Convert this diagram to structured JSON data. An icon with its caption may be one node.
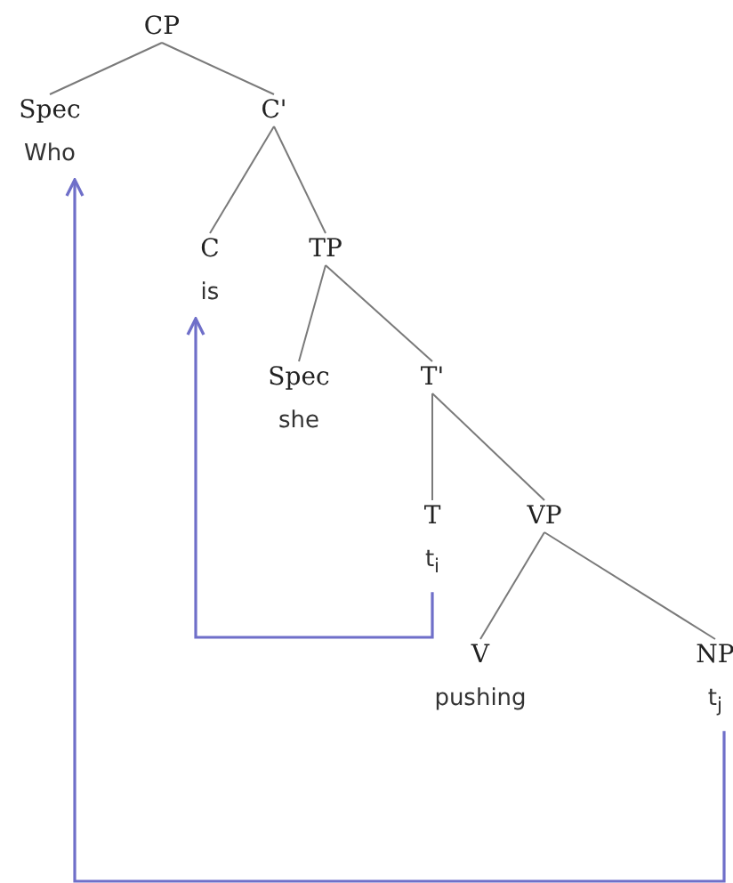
{
  "diagram": {
    "nodes": [
      {
        "text": [
          "CP"
        ]
      },
      {
        "text": [
          "Spec",
          "Who"
        ]
      },
      {
        "text": [
          "C'"
        ]
      },
      {
        "text": [
          "C",
          "is"
        ]
      },
      {
        "text": [
          "TP"
        ]
      },
      {
        "text": [
          "Spec",
          "she"
        ]
      },
      {
        "text": [
          "T'"
        ]
      },
      {
        "text": [
          "T",
          "t$_{i}$"
        ]
      },
      {
        "text": [
          "VP"
        ]
      },
      {
        "text": [
          "V",
          "pushing"
        ]
      },
      {
        "text": [
          "NP",
          "t$_{j}$"
        ]
      }
    ],
    "edges": [
      {
        "from": 0,
        "to": 1,
        "arrow": "none"
      },
      {
        "from": 0,
        "to": 2,
        "arrow": "none"
      },
      {
        "from": 2,
        "to": 3,
        "arrow": "none"
      },
      {
        "from": 2,
        "to": 4,
        "arrow": "none"
      },
      {
        "from": 4,
        "to": 5,
        "arrow": "none"
      },
      {
        "from": 4,
        "to": 6,
        "arrow": "none"
      },
      {
        "from": 6,
        "to": 7,
        "arrow": "none"
      },
      {
        "from": 6,
        "to": 8,
        "arrow": "none"
      },
      {
        "from": 8,
        "to": 9,
        "arrow": "none"
      },
      {
        "from": 8,
        "to": 10,
        "arrow": "none"
      },
      {
        "from": 7,
        "to": 3,
        "arrow": "to",
        "color": "#6f6fc9"
      },
      {
        "from": 10,
        "to": 1,
        "arrow": "to",
        "color": "#6f6fc9"
      }
    ]
  }
}
